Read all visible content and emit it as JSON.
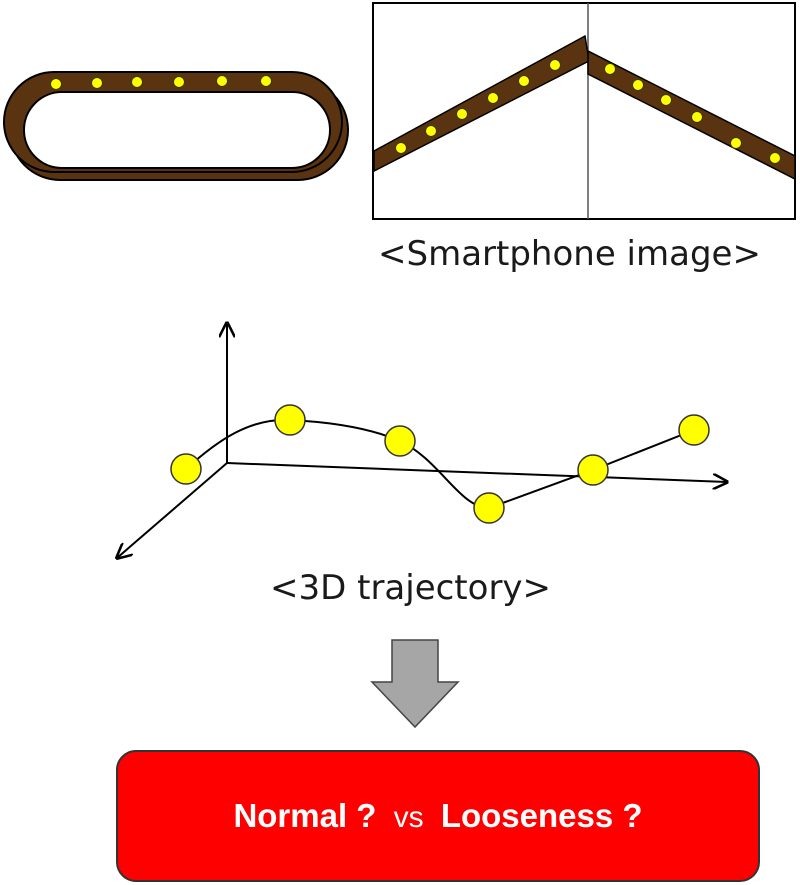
{
  "captions": {
    "smartphone_image": "<Smartphone image>",
    "trajectory": "<3D trajectory>"
  },
  "result": {
    "option_a": "Normal ?",
    "connector": "vs",
    "option_b": "Looseness ?"
  },
  "colors": {
    "belt": "#5a3310",
    "marker": "#ffff00",
    "marker_stroke": "#3a3a00",
    "arrow_fill": "#a6a6a6",
    "result_box": "#ff0000",
    "result_text": "#ffffff"
  }
}
